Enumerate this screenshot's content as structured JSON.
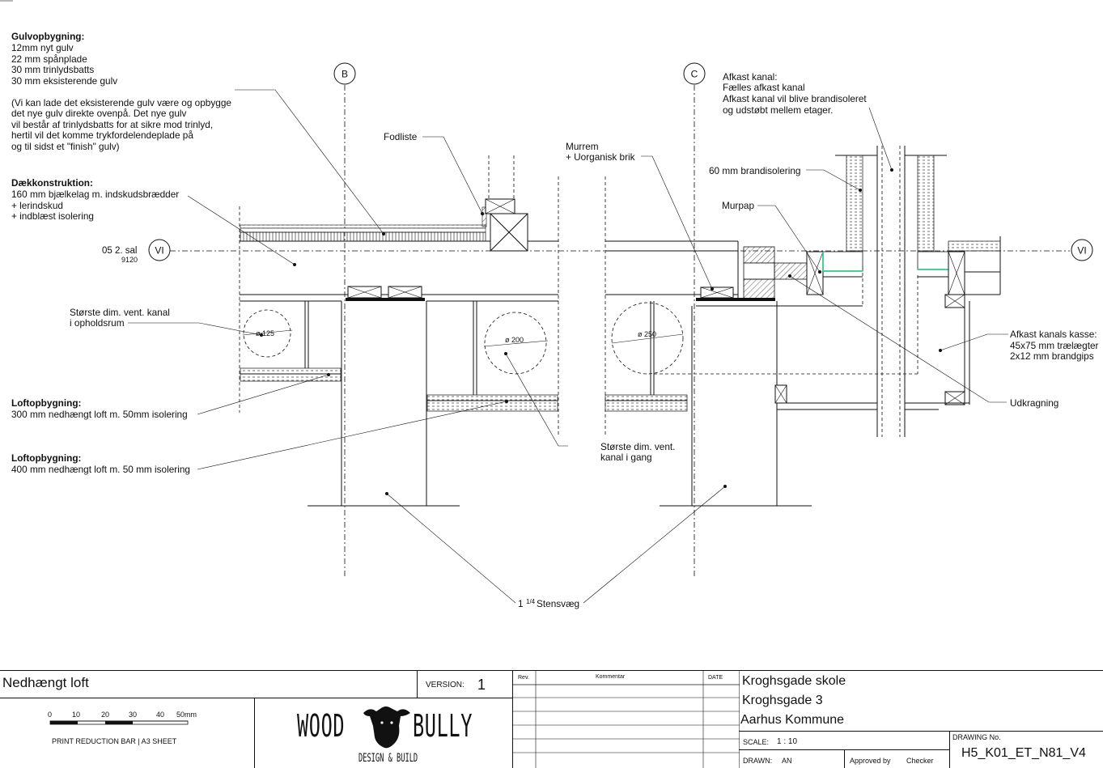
{
  "annotations": {
    "floor_title": "Gulvopbygning:",
    "floor_lines": [
      "12mm nyt gulv",
      "22 mm spånplade",
      "30 mm trinlydsbatts",
      "30 mm eksisterende gulv"
    ],
    "floor_note": [
      "(Vi kan lade det eksisterende gulv være og opbygge",
      "det nye gulv direkte ovenpå. Det nye gulv",
      "vil består af trinlydsbatts for at sikre mod trinlyd,",
      "hertil vil det komme trykfordelendeplade på",
      "og til sidst et \"finish\" gulv)"
    ],
    "deck_title": "Dækkonstruktion:",
    "deck_lines": [
      "160 mm bjælkelag m. indskudsbrædder",
      "+ lerindskud",
      "+ indblæst isolering"
    ],
    "level_label": "05 2. sal",
    "level_value": "9120",
    "grid_b": "B",
    "grid_c": "C",
    "grid_vi_left": "VI",
    "grid_vi_right": "VI",
    "fodliste": "Fodliste",
    "murrem": [
      "Murrem",
      "+ Uorganisk brik"
    ],
    "afkast_kanal": [
      "Afkast kanal:",
      "Fælles afkast kanal",
      "Afkast kanal vil blive brandisoleret",
      "og udstøbt mellem etager."
    ],
    "brandisolering": "60 mm brandisolering",
    "murpap": "Murpap",
    "vent_room": [
      "Største dim. vent. kanal",
      "i opholdsrum"
    ],
    "vent_corridor": [
      "Største dim. vent.",
      "kanal i gang"
    ],
    "duct_125": "ø 125",
    "duct_200": "ø 200",
    "duct_250": "ø 250",
    "ceiling1_title": "Loftopbygning:",
    "ceiling1_line": "300 mm nedhængt loft m. 50mm isolering",
    "ceiling2_title": "Loftopbygning:",
    "ceiling2_line": "400 mm nedhængt loft m. 50 mm isolering",
    "afkast_kasse": [
      "Afkast kanals kasse:",
      "45x75 mm trælægter",
      "2x12 mm brandgips"
    ],
    "udkragning": "Udkragning",
    "stensvaeg_prefix": "1",
    "stensvaeg_frac": "1/4",
    "stensvaeg_label": "Stensvæg"
  },
  "titleblock": {
    "drawing_title": "Nedhængt loft",
    "version_label": "VERSION:",
    "version_value": "1",
    "scale_ticks": [
      "0",
      "10",
      "20",
      "30",
      "40",
      "50mm"
    ],
    "reduction_bar": "PRINT REDUCTION BAR | A3 SHEET",
    "logo_left": "WOOD",
    "logo_right": "BULLY",
    "logo_sub": "DESIGN & BUILD",
    "rev_header": "Rev.",
    "comment_header": "Kommentar",
    "date_header": "DATE",
    "project_name": "Kroghsgade skole",
    "address": "Kroghsgade 3",
    "municipality": "Aarhus Kommune",
    "scale_label": "SCALE:",
    "scale_value": "1 : 10",
    "drawn_label": "DRAWN:",
    "drawn_value": "AN",
    "approved_label": "Approved by",
    "checker_label": "Checker",
    "drawing_no_label": "DRAWING No.",
    "drawing_no": "H5_K01_ET_N81_V4"
  },
  "colors": {
    "ink": "#111111",
    "insulation_accent": "#2ecc8a"
  }
}
